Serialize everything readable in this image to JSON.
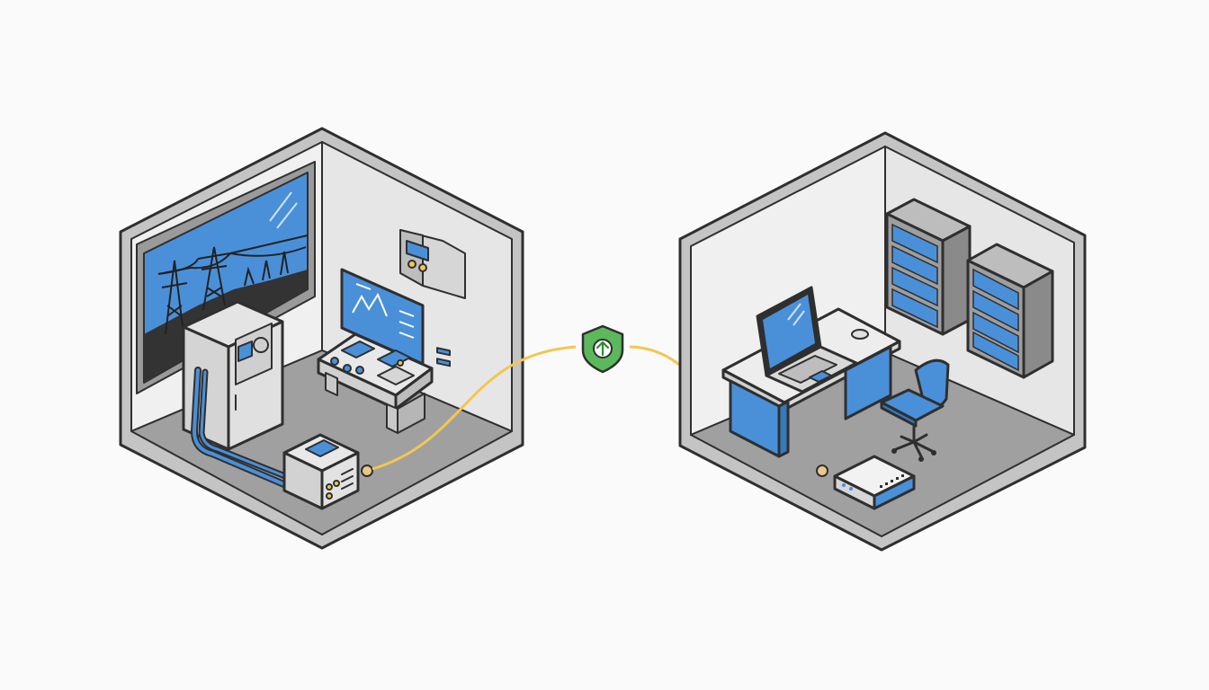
{
  "colors": {
    "background": "#fafafa",
    "wall_light": "#efefef",
    "wall_side": "#e4e4e4",
    "floor": "#9a9a9a",
    "frame": "#c4c4c4",
    "outline": "#2f2f2f",
    "accent_blue": "#4a90d9",
    "link_yellow": "#f3c650",
    "shield_green": "#5cb85c",
    "equipment_gray": "#d8d8d8",
    "rack_gray": "#9e9e9e"
  },
  "scene": {
    "left_room": {
      "items": [
        "window-pylons",
        "electrical-cabinet",
        "wall-panel",
        "monitor-chart",
        "control-console",
        "industrial-gateway",
        "link-port"
      ]
    },
    "right_room": {
      "items": [
        "server-rack-1",
        "server-rack-2",
        "desk",
        "laptop",
        "mouse",
        "office-chair",
        "network-router",
        "link-port"
      ]
    },
    "connection": {
      "color": "#f3c650",
      "badge": "shield-upload-icon"
    }
  }
}
